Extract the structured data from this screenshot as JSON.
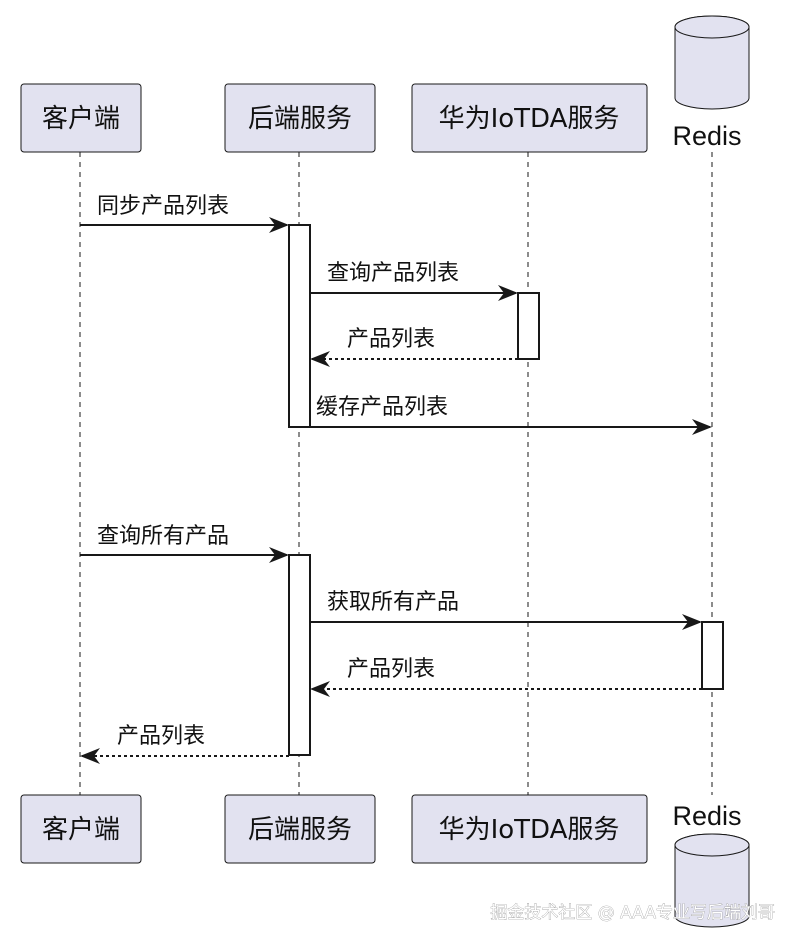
{
  "participants": {
    "client": "客户端",
    "backend": "后端服务",
    "iotda": "华为IoTDA服务",
    "redis": "Redis"
  },
  "messages": [
    {
      "label": "同步产品列表",
      "style": "solid"
    },
    {
      "label": "查询产品列表",
      "style": "solid"
    },
    {
      "label": "产品列表",
      "style": "dashed"
    },
    {
      "label": "缓存产品列表",
      "style": "solid"
    },
    {
      "label": "查询所有产品",
      "style": "solid"
    },
    {
      "label": "获取所有产品",
      "style": "solid"
    },
    {
      "label": "产品列表",
      "style": "dashed"
    },
    {
      "label": "产品列表",
      "style": "dashed"
    }
  ],
  "watermark": "掘金技术社区 @ AAA专业写后端刘哥"
}
